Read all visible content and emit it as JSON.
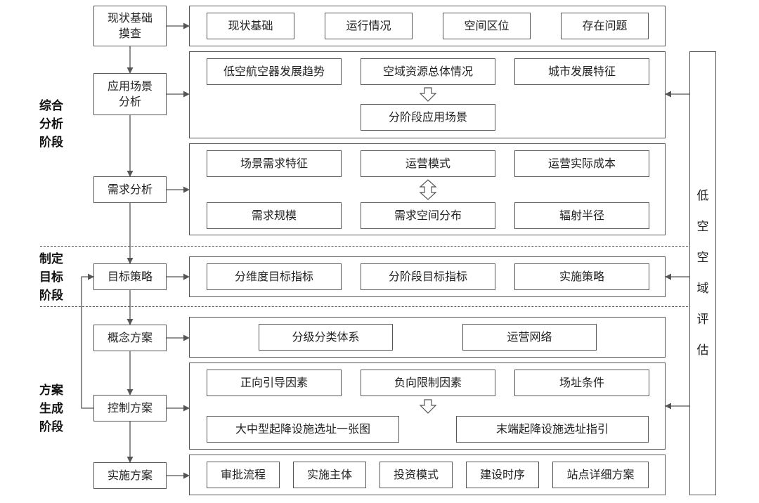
{
  "stages": [
    "综合\n分析\n阶段",
    "制定\n目标\n阶段",
    "方案\n生成\n阶段"
  ],
  "steps": [
    {
      "label": "现状基础\n摸查"
    },
    {
      "label": "应用场景\n分析"
    },
    {
      "label": "需求分析"
    },
    {
      "label": "目标策略"
    },
    {
      "label": "概念方案"
    },
    {
      "label": "控制方案"
    },
    {
      "label": "实施方案"
    }
  ],
  "panels": {
    "status": [
      "现状基础",
      "运行情况",
      "空间区位",
      "存在问题"
    ],
    "scenario": {
      "inputs": [
        "低空航空器发展趋势",
        "空域资源总体情况",
        "城市发展特征"
      ],
      "output": "分阶段应用场景"
    },
    "demand": {
      "row1": [
        "场景需求特征",
        "运营模式",
        "运营实际成本"
      ],
      "row2": [
        "需求规模",
        "需求空间分布",
        "辐射半径"
      ]
    },
    "goals": [
      "分维度目标指标",
      "分阶段目标指标",
      "实施策略"
    ],
    "concept": [
      "分级分类体系",
      "运营网络"
    ],
    "control": {
      "factors": [
        "正向引导因素",
        "负向限制因素",
        "场址条件"
      ],
      "outputs": [
        "大中型起降设施选址一张图",
        "末端起降设施选址指引"
      ]
    },
    "implementation": [
      "审批流程",
      "实施主体",
      "投资模式",
      "建设时序",
      "站点详细方案"
    ]
  },
  "evaluation": [
    "低",
    "空",
    "空",
    "域",
    "评",
    "估"
  ],
  "colors": {
    "line": "#555555",
    "text": "#222222"
  }
}
